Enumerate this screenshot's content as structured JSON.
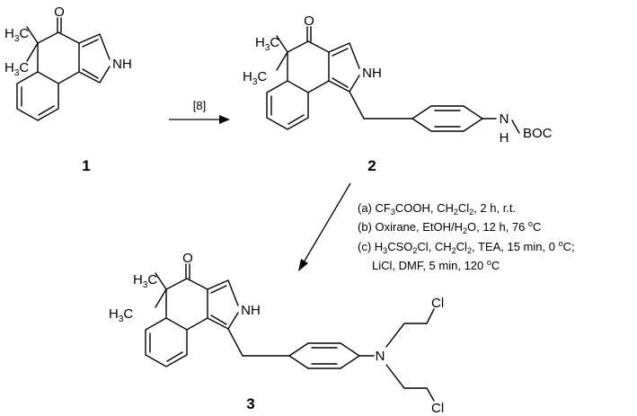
{
  "compounds": [
    {
      "number": "1"
    },
    {
      "number": "2"
    },
    {
      "number": "3"
    }
  ],
  "atoms": {
    "o": "O",
    "nh": "NH",
    "n_h_boc_n": "N",
    "n_h_boc_h": "H",
    "boc": "BOC",
    "n": "N",
    "cl": "Cl",
    "h3c_h": "H",
    "h3c_3": "3",
    "h3c_c": "C"
  },
  "step1_reference": "[8]",
  "conditions": {
    "a": {
      "pre": "(a) CF",
      "s1": "3",
      "m1": "COOH, CH",
      "s2": "2",
      "m2": "Cl",
      "s3": "2",
      "post": ", 2 h, r.t."
    },
    "b": {
      "pre": "(b) Oxirane, EtOH/H",
      "s1": "2",
      "m1": "O, 12 h, 76 ",
      "sup": "o",
      "post": "C"
    },
    "c1": {
      "pre": "(c) H",
      "s1": "3",
      "m1": "CSO",
      "s2": "2",
      "m2": "Cl, CH",
      "s3": "2",
      "m3": "Cl",
      "s4": "2",
      "m4": ", TEA, 15 min, 0 ",
      "sup": "o",
      "post": "C;"
    },
    "c2": {
      "pre": "LiCl, DMF, 5 min, 120 ",
      "sup": "o",
      "post": "C"
    }
  }
}
